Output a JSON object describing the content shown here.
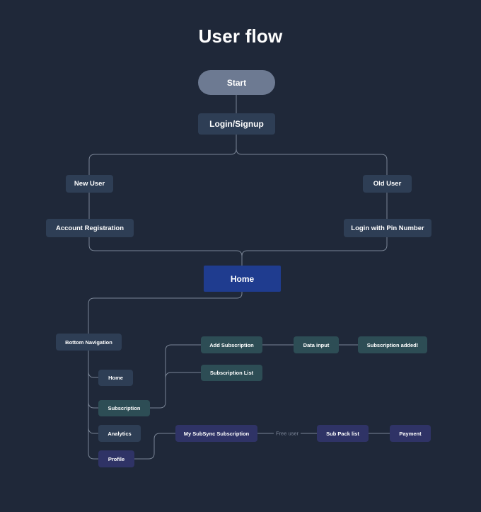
{
  "title": "User flow",
  "nodes": {
    "start": "Start",
    "login_signup": "Login/Signup",
    "new_user": "New User",
    "old_user": "Old User",
    "account_registration": "Account Registration",
    "login_pin": "Login with Pin Number",
    "home": "Home",
    "bottom_navigation": "Bottom Navigation",
    "nav_home": "Home",
    "nav_subscription": "Subscription",
    "nav_analytics": "Analytics",
    "nav_profile": "Profile",
    "add_subscription": "Add Subscription",
    "data_input": "Data input",
    "subscription_added": "Subscription added!",
    "subscription_list": "Subscription List",
    "my_subsync_subscription": "My SubSync Subscription",
    "sub_pack_list": "Sub Pack list",
    "payment": "Payment"
  },
  "edge_labels": {
    "free_user": "Free user"
  },
  "colors": {
    "background": "#1f2839",
    "start_node": "#6d7a92",
    "default_node": "#2e3e55",
    "home_node": "#1f3c8f",
    "teal_node": "#2d4d55",
    "purple_node": "#2f3366",
    "connector": "#7a8596"
  }
}
